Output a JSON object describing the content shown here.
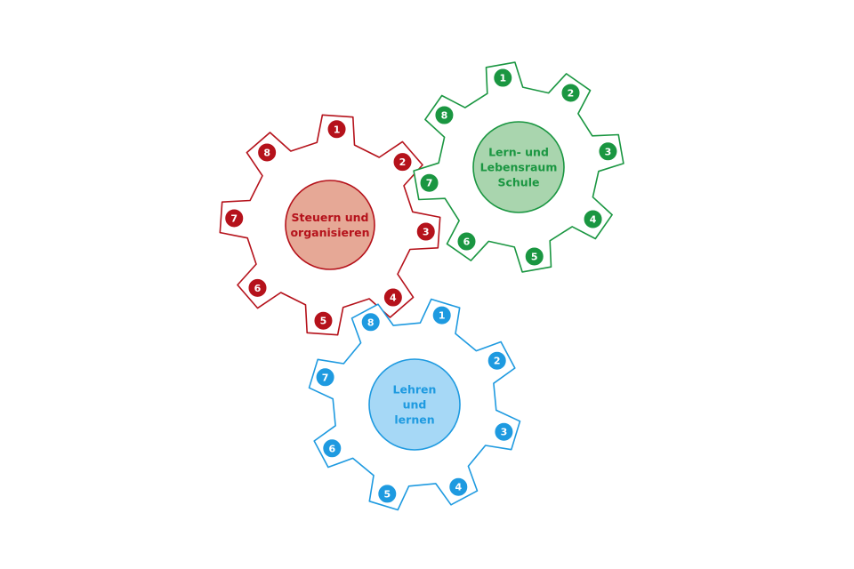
{
  "gears": [
    {
      "id": "steuern",
      "label_lines": [
        "Steuern und",
        "organisieren"
      ],
      "numbers": [
        "1",
        "2",
        "3",
        "4",
        "5",
        "6",
        "7",
        "8"
      ],
      "stroke": "#b5121b",
      "fill": "#e6a896",
      "text_color": "#b5121b"
    },
    {
      "id": "lernraum",
      "label_lines": [
        "Lern- und",
        "Lebensraum",
        "Schule"
      ],
      "numbers": [
        "1",
        "2",
        "3",
        "4",
        "5",
        "6",
        "7",
        "8"
      ],
      "stroke": "#1a9641",
      "fill": "#a9d5ae",
      "text_color": "#1a9641"
    },
    {
      "id": "lehren",
      "label_lines": [
        "Lehren",
        "und",
        "lernen"
      ],
      "numbers": [
        "1",
        "2",
        "3",
        "4",
        "5",
        "6",
        "7",
        "8"
      ],
      "stroke": "#1e9ae0",
      "fill": "#a6d8f6",
      "text_color": "#1e9ae0"
    }
  ]
}
